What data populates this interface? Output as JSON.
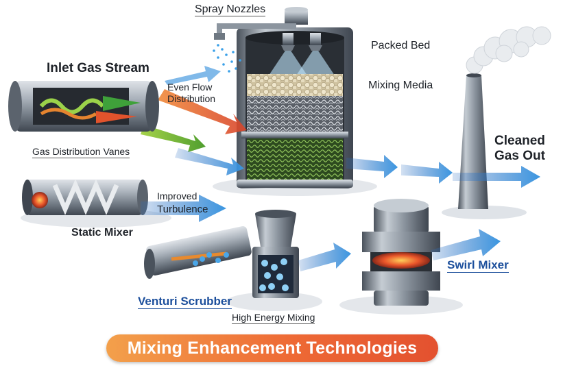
{
  "labels": {
    "spray_nozzles": "Spray Nozzles",
    "packed_bed": "Packed Bed",
    "inlet_gas_stream": "Inlet Gas Stream",
    "even_flow_distribution_line1": "Even Flow",
    "even_flow_distribution_line2": "Distribution",
    "mixing_media": "Mixing Media",
    "cleaned_gas_out_line1": "Cleaned",
    "cleaned_gas_out_line2": "Gas Out",
    "gas_distribution_vanes": "Gas Distribution Vanes",
    "improved_turbulence_line1": "Improved",
    "improved_turbulence_line2": "Turbulence",
    "static_mixer": "Static Mixer",
    "venturi_scrubber": "Venturi Scrubber",
    "high_energy_mixing": "High Energy Mixing",
    "swirl_mixer": "Swirl Mixer"
  },
  "banner": {
    "title": "Mixing Enhancement Technologies"
  },
  "colors": {
    "steel": "#9aa3ad",
    "steel_dark": "#4a525c",
    "flow_blue": "#3a8fd8",
    "flow_red": "#e2532c",
    "flow_green": "#6fb83a",
    "banner_orange": "#ee6a35",
    "label_blue": "#1c4f9c"
  }
}
